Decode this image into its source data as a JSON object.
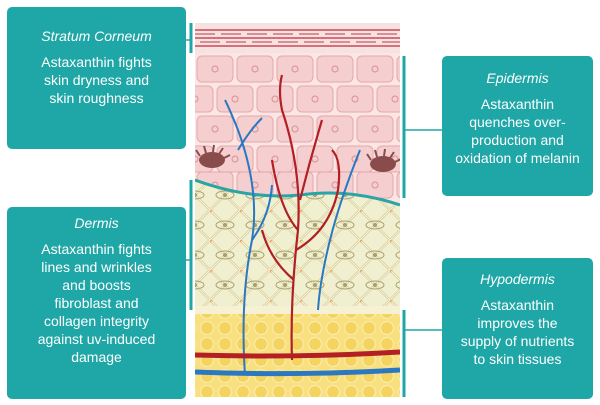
{
  "callouts": {
    "stratum_corneum": {
      "title": "Stratum Corneum",
      "body": [
        "Astaxanthin fights",
        "skin dryness and",
        "skin roughness"
      ]
    },
    "epidermis": {
      "title": "Epidermis",
      "body": [
        "Astaxanthin",
        "quenches over-",
        "production and",
        "oxidation of melanin"
      ]
    },
    "dermis": {
      "title": "Dermis",
      "body": [
        "Astaxanthin fights",
        "lines and wrinkles",
        "and boosts",
        "fibroblast and",
        "collagen integrity",
        "against uv-induced",
        "damage"
      ]
    },
    "hypodermis": {
      "title": "Hypodermis",
      "body": [
        "Astaxanthin",
        "improves the",
        "supply of nutrients",
        "to skin tissues"
      ]
    }
  },
  "colors": {
    "accent": "#1ea7a6",
    "epidermis_cells": "#f6d6d4",
    "dermis": "#efeecd",
    "hypodermis_fat": "#f7d870",
    "artery": "#b21f24",
    "vein": "#2a78c2",
    "melanocyte": "#8a4b4b"
  }
}
